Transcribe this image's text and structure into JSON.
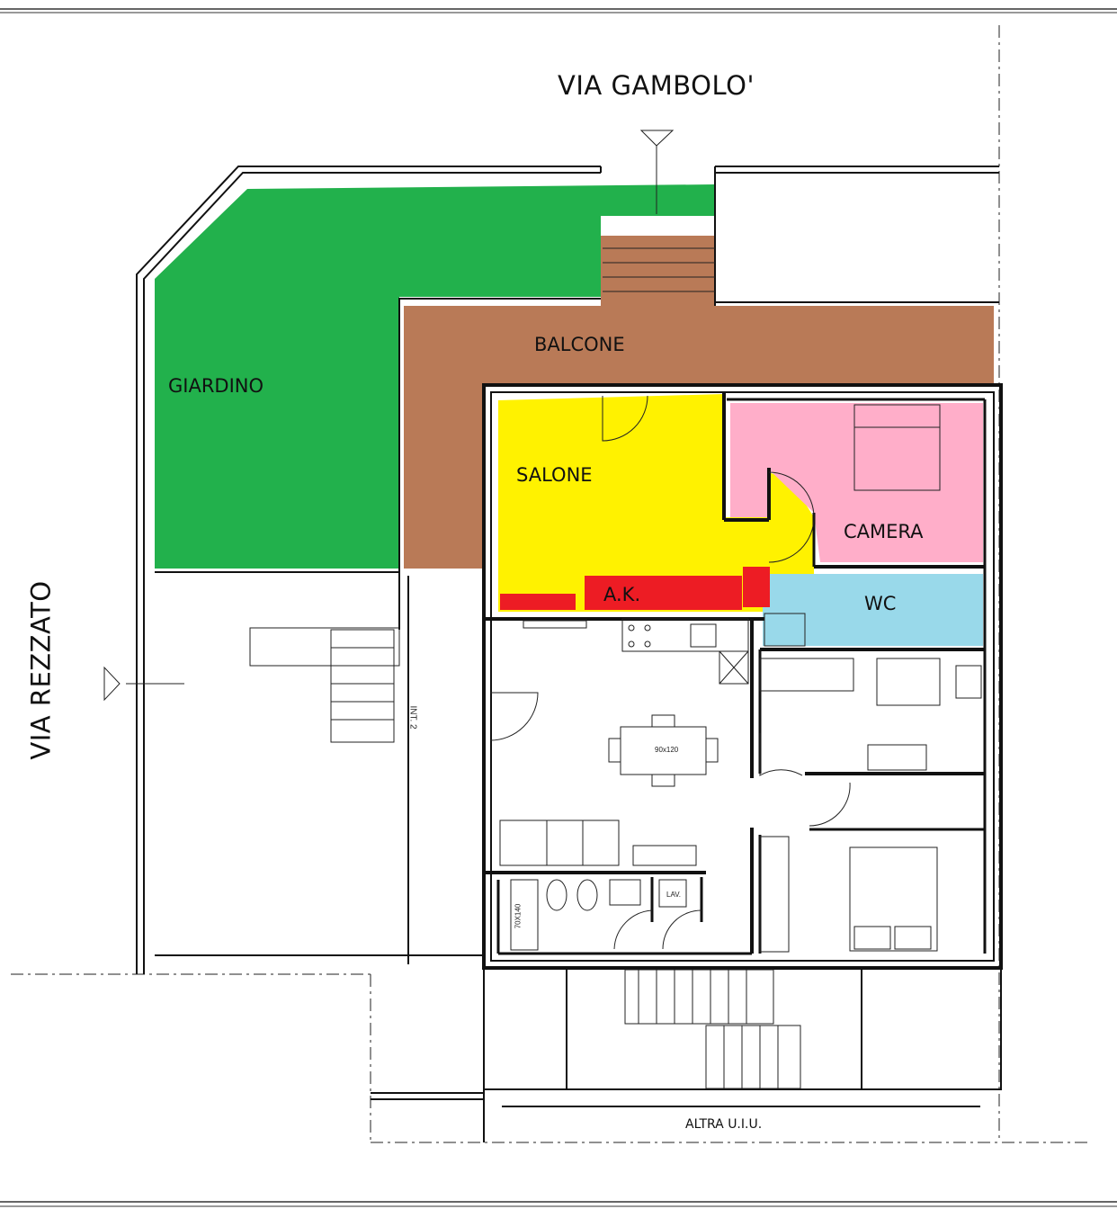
{
  "streets": {
    "north": "VIA GAMBOLO'",
    "west": "VIA REZZATO"
  },
  "rooms": {
    "giardino": "GIARDINO",
    "balcone": "BALCONE",
    "salone": "SALONE",
    "camera": "CAMERA",
    "wc": "WC",
    "ak": "A.K."
  },
  "annotations": {
    "table": "90x120",
    "shower": "70X140",
    "laundry": "LAV.",
    "internal": "INT. 2",
    "other_unit": "ALTRA U.I.U."
  },
  "colors": {
    "giardino": "#22b14c",
    "balcone": "#b97a57",
    "salone": "#fff200",
    "camera": "#ffaec9",
    "wc": "#99d9ea",
    "ak": "#ed1c24"
  }
}
